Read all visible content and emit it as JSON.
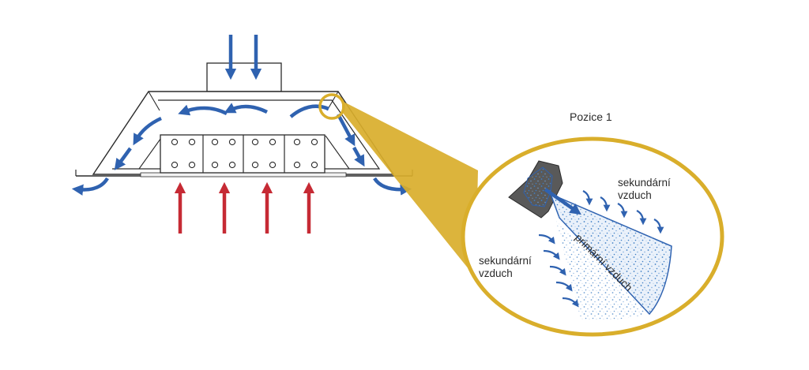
{
  "detail": {
    "title": "Pozice 1",
    "secondary_air_right": [
      "sekundární",
      "vzduch"
    ],
    "secondary_air_left": [
      "sekundární",
      "vzduch"
    ],
    "primary_air": "primární vzduch"
  },
  "colors": {
    "outline": "#2b2b2b",
    "flow_blue": "#2f62b0",
    "heat_red": "#c62a34",
    "highlight_gold": "#d9ae2b",
    "particle_blue": "#3d7dc4"
  }
}
